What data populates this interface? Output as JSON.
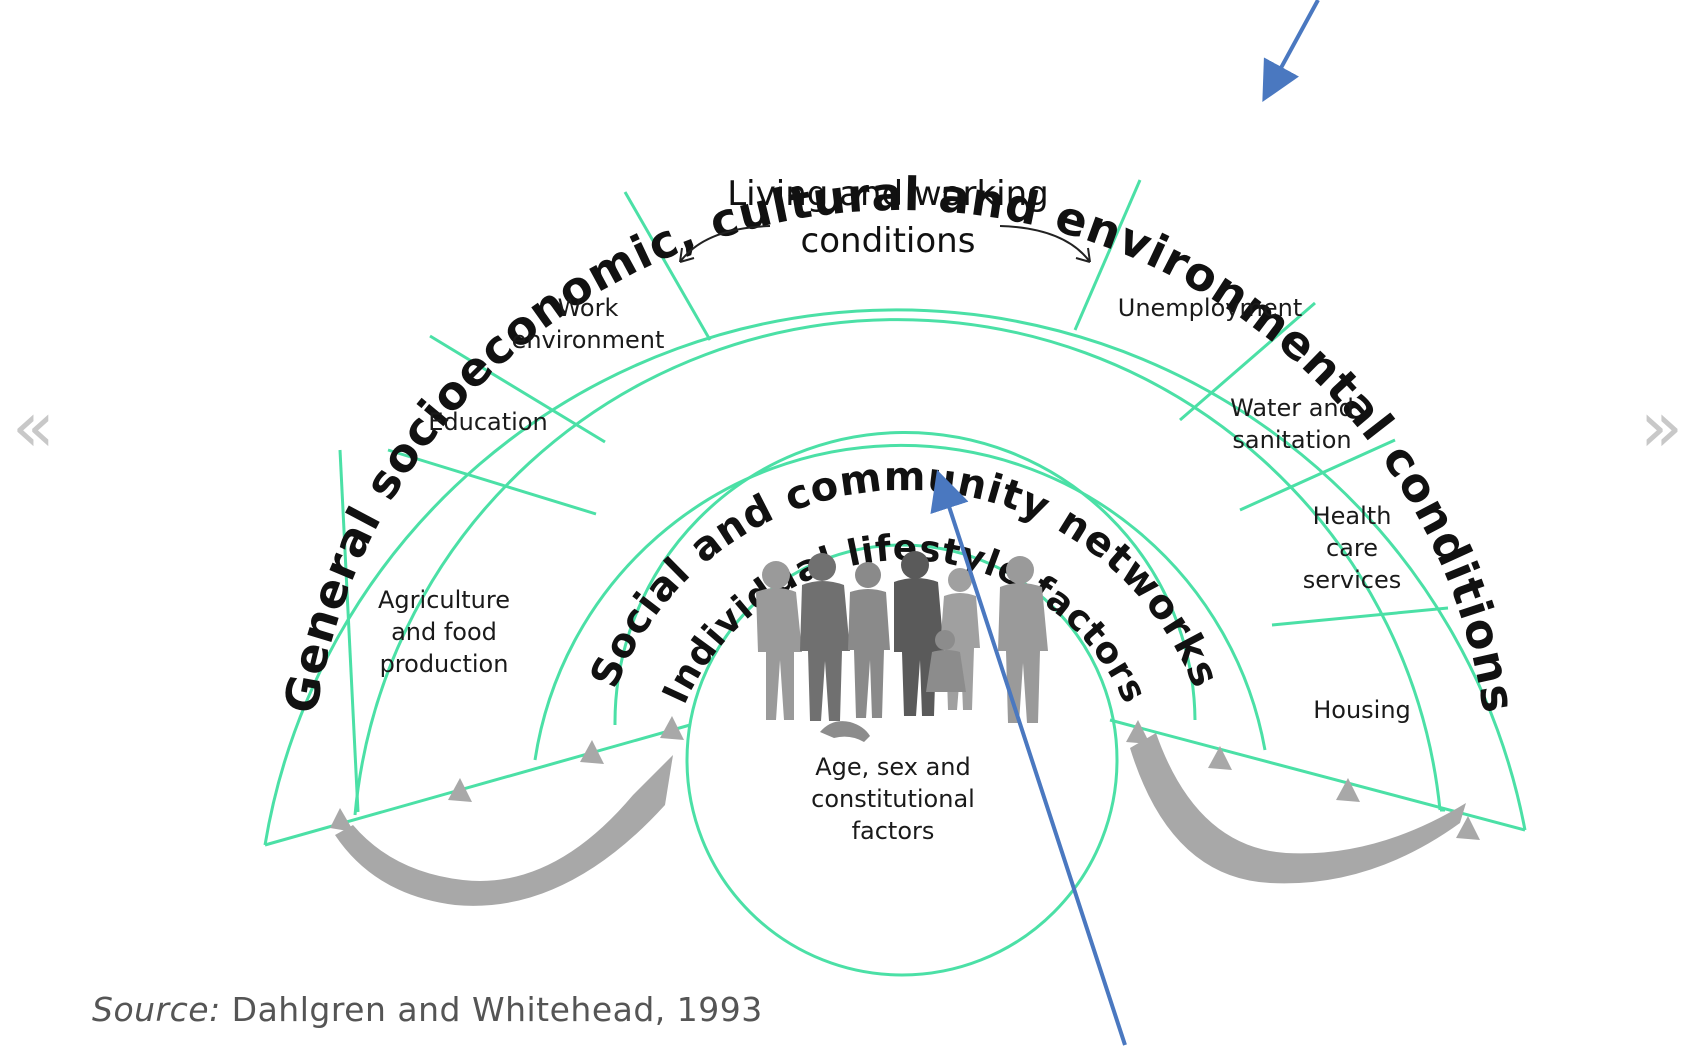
{
  "rings": {
    "outer": "General socioeconomic, cultural and environmental conditions",
    "middle": "Social and community networks",
    "inner": "Individual lifestyle factors"
  },
  "center": {
    "line1": "Age, sex and",
    "line2": "constitutional",
    "line3": "factors"
  },
  "living_working": {
    "line1": "Living and working",
    "line2": "conditions"
  },
  "left_segments": {
    "agriculture": [
      "Agriculture",
      "and food",
      "production"
    ],
    "education": [
      "Education"
    ],
    "work": [
      "Work",
      "environment"
    ]
  },
  "right_segments": {
    "unemployment": [
      "Unemployment"
    ],
    "water": [
      "Water and",
      "sanitation"
    ],
    "health": [
      "Health",
      "care",
      "services"
    ],
    "housing": [
      "Housing"
    ]
  },
  "source": {
    "prefix": "Source:",
    "text": " Dahlgren and Whitehead, 1993"
  },
  "nav": {
    "prev": "«",
    "next": "»"
  },
  "colors": {
    "ring": "#4be0a6",
    "pointer_arrow": "#4a78c0",
    "people": "#8f8f8f",
    "feedback_arrow": "#a8a8a8"
  }
}
